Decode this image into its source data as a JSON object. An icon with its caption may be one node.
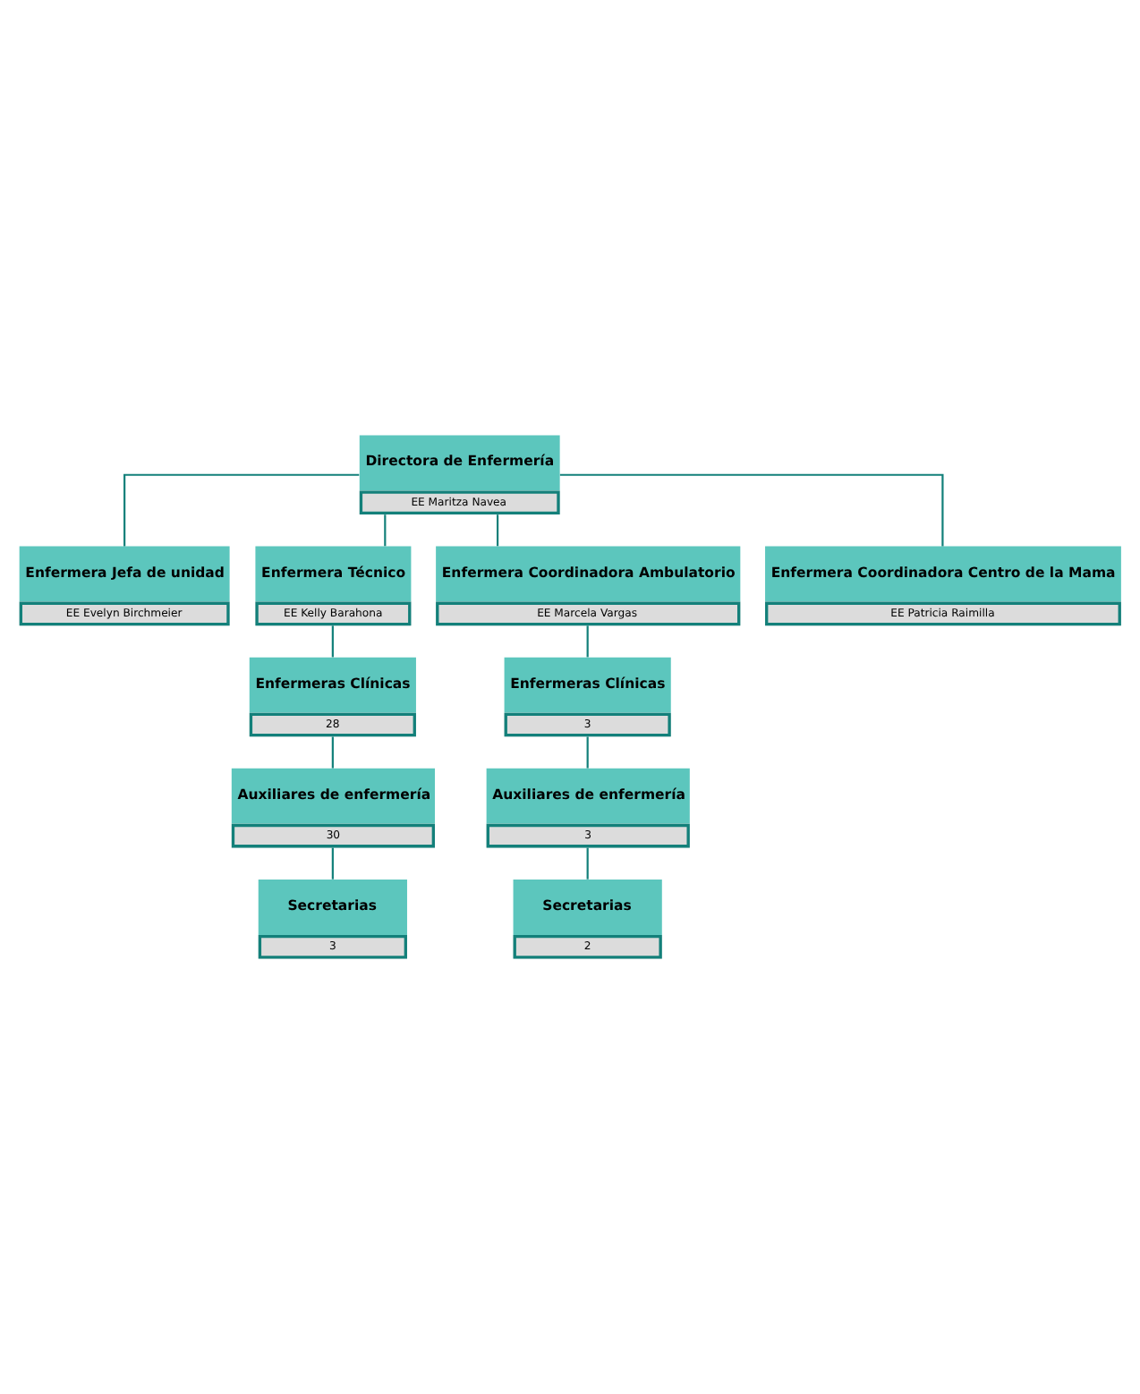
{
  "diagram": {
    "nodes": [
      {
        "text": [
          "Directora de Enfermería",
          "EE Maritza Navea"
        ]
      },
      {
        "text": [
          "Enfermera Jefa de unidad",
          "EE Evelyn Birchmeier"
        ]
      },
      {
        "text": [
          "Enfermera Técnico",
          "EE Kelly Barahona"
        ]
      },
      {
        "text": [
          "Enfermera Coordinadora Ambulatorio",
          "EE Marcela Vargas"
        ]
      },
      {
        "text": [
          "Enfermera Coordinadora Centro de la Mama",
          "EE Patricia Raimilla"
        ]
      },
      {
        "text": [
          "Enfermeras Clínicas",
          "28"
        ]
      },
      {
        "text": [
          "Auxiliares de enfermería",
          "30"
        ]
      },
      {
        "text": [
          "Secretarias",
          "3"
        ]
      },
      {
        "text": [
          "Enfermeras Clínicas",
          "3"
        ]
      },
      {
        "text": [
          "Auxiliares de enfermería",
          "3"
        ]
      },
      {
        "text": [
          "Secretarias",
          "2"
        ]
      }
    ],
    "edges": [
      {
        "from": 0,
        "to": 1,
        "arrow": "none"
      },
      {
        "from": 0,
        "to": 2,
        "arrow": "none"
      },
      {
        "from": 0,
        "to": 3,
        "arrow": "none"
      },
      {
        "from": 0,
        "to": 4,
        "arrow": "none"
      },
      {
        "from": 2,
        "to": 5,
        "arrow": "none"
      },
      {
        "from": 5,
        "to": 6,
        "arrow": "none"
      },
      {
        "from": 6,
        "to": 7,
        "arrow": "none"
      },
      {
        "from": 3,
        "to": 8,
        "arrow": "none"
      },
      {
        "from": 8,
        "to": 9,
        "arrow": "none"
      },
      {
        "from": 9,
        "to": 10,
        "arrow": "none"
      }
    ]
  }
}
